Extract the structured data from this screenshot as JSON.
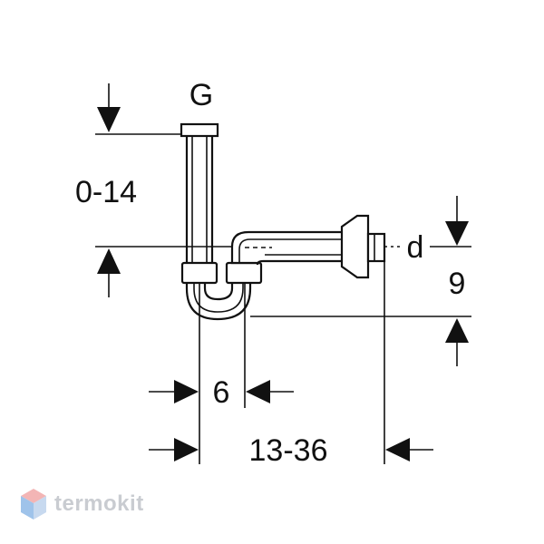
{
  "diagram": {
    "labels": {
      "top_connection": "G",
      "height_range": "0-14",
      "outlet_diameter": "d",
      "outlet_height": "9",
      "gap_width": "6",
      "length_range": "13-36"
    }
  },
  "watermark": {
    "brand": "termokit",
    "colors": {
      "logo_top": "#f3b5b5",
      "logo_left": "#9fc3ea",
      "logo_right": "#c7d9ef"
    }
  }
}
